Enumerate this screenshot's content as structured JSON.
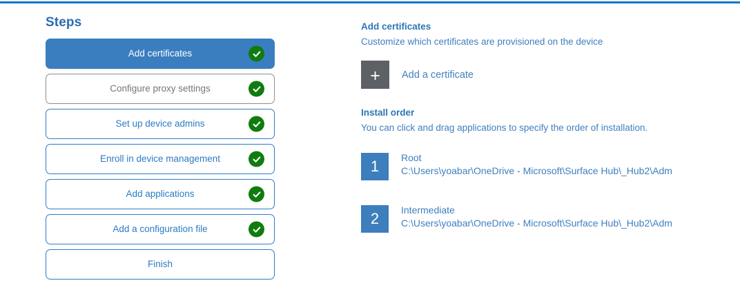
{
  "theme": {
    "accent_rule": "#0078c8",
    "active_step_bg": "#3a7ebf",
    "step_border": "#2b7cc4",
    "step_text": "#2b7cc4",
    "muted_border": "#8d8d8d",
    "muted_text": "#767676",
    "check_green": "#107c10",
    "heading_blue": "#2e75b6",
    "body_blue": "#3f7fbf",
    "plus_box_gray": "#5d6166",
    "order_badge_blue": "#3d7ebd"
  },
  "steps": {
    "title": "Steps",
    "items": [
      {
        "label": "Add certificates",
        "state": "active",
        "complete": true
      },
      {
        "label": "Configure proxy settings",
        "state": "muted",
        "complete": true
      },
      {
        "label": "Set up device admins",
        "state": "default",
        "complete": true
      },
      {
        "label": "Enroll in device management",
        "state": "default",
        "complete": true
      },
      {
        "label": "Add applications",
        "state": "default",
        "complete": true
      },
      {
        "label": "Add a configuration file",
        "state": "default",
        "complete": true
      },
      {
        "label": "Finish",
        "state": "default",
        "complete": false
      }
    ]
  },
  "detail": {
    "certificates": {
      "heading": "Add certificates",
      "subtext": "Customize which certificates are provisioned on the device",
      "add_icon": "plus-icon",
      "add_glyph": "+",
      "add_link": "Add a certificate"
    },
    "install_order": {
      "heading": "Install order",
      "subtext": "You can click and drag applications to specify the order of installation.",
      "items": [
        {
          "number": "1",
          "name": "Root",
          "path": "C:\\Users\\yoabar\\OneDrive - Microsoft\\Surface Hub\\_Hub2\\Adm"
        },
        {
          "number": "2",
          "name": "Intermediate",
          "path": "C:\\Users\\yoabar\\OneDrive - Microsoft\\Surface Hub\\_Hub2\\Adm"
        }
      ]
    }
  }
}
